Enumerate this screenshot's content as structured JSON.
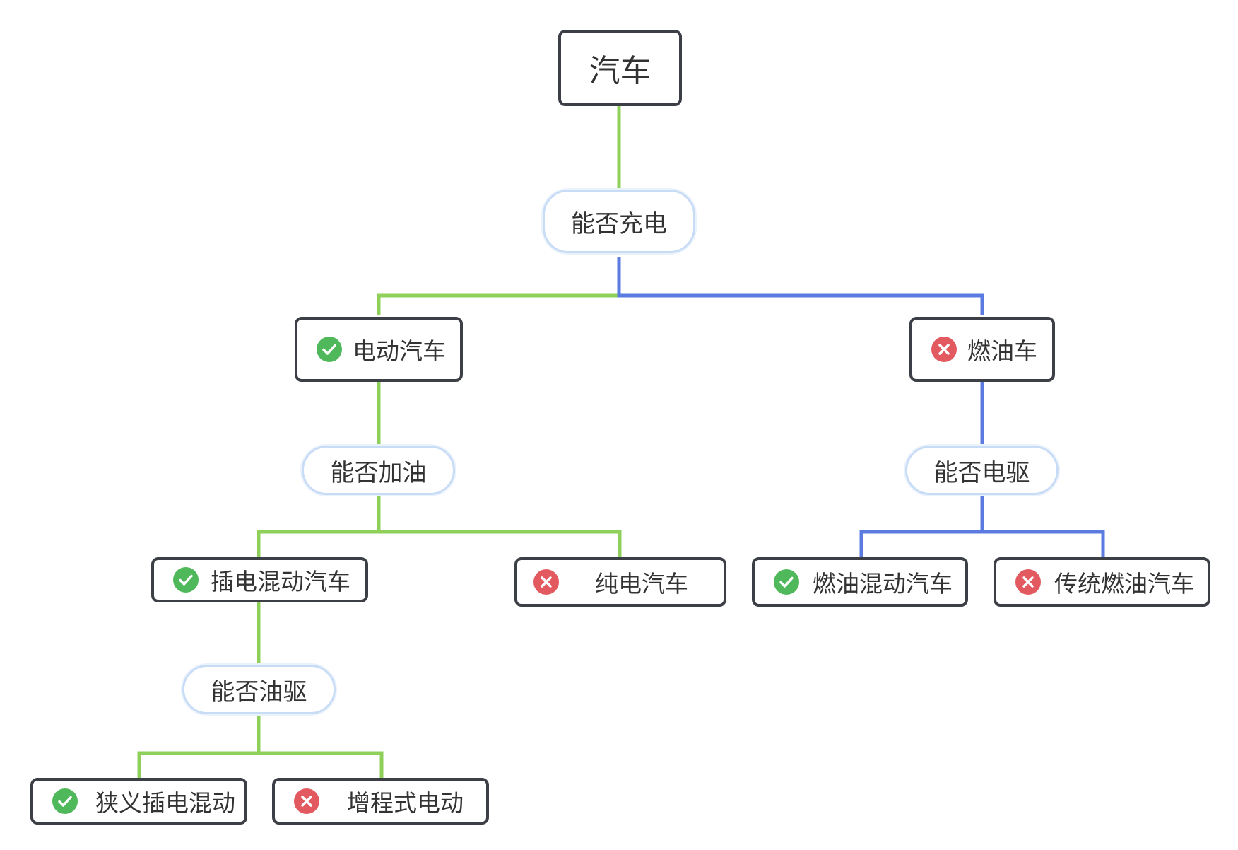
{
  "colors": {
    "green_line": "#8fd05a",
    "blue_line": "#5b7be0",
    "box_border": "#3c4046",
    "pill_border": "#c9dcf6",
    "check_fill": "#4fb85a",
    "cross_fill": "#e25a60"
  },
  "root": {
    "label": "汽车"
  },
  "decisions": {
    "charge": "能否充电",
    "refuel": "能否加油",
    "electric_drive": "能否电驱",
    "oil_drive": "能否油驱"
  },
  "nodes": {
    "electric_car": {
      "label": "电动汽车",
      "status": "yes",
      "icon": "check-icon"
    },
    "fuel_car": {
      "label": "燃油车",
      "status": "no",
      "icon": "cross-icon"
    },
    "plugin_hybrid": {
      "label": "插电混动汽车",
      "status": "yes",
      "icon": "check-icon"
    },
    "pure_electric": {
      "label": "纯电汽车",
      "status": "no",
      "icon": "cross-icon"
    },
    "fuel_hybrid": {
      "label": "燃油混动汽车",
      "status": "yes",
      "icon": "check-icon"
    },
    "traditional_fuel": {
      "label": "传统燃油汽车",
      "status": "no",
      "icon": "cross-icon"
    },
    "narrow_plugin_hybrid": {
      "label": "狭义插电混动",
      "status": "yes",
      "icon": "check-icon"
    },
    "range_extender": {
      "label": "增程式电动",
      "status": "no",
      "icon": "cross-icon"
    }
  }
}
